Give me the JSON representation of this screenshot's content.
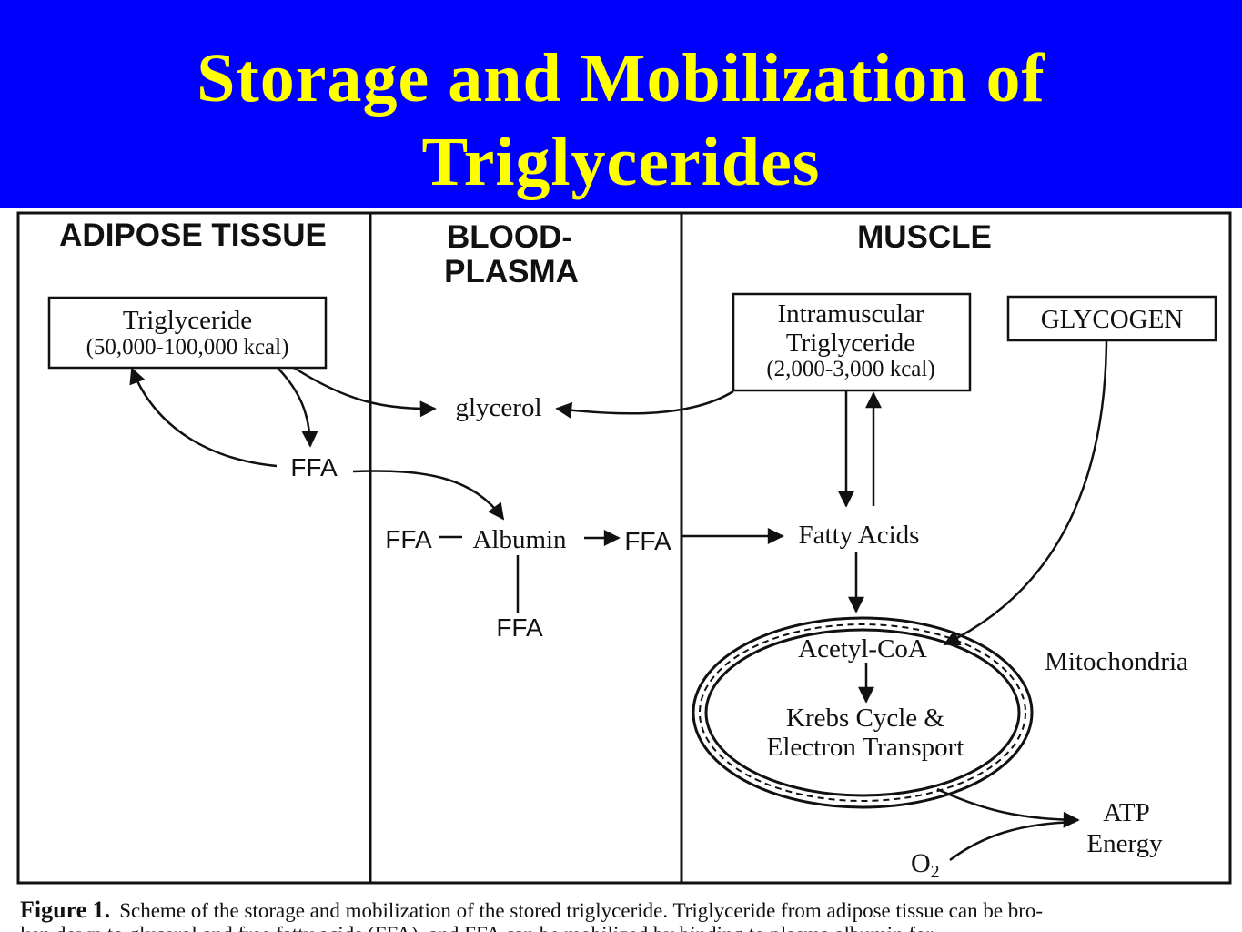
{
  "slide": {
    "title_line1": "Storage and Mobilization of",
    "title_line2": "Triglycerides",
    "colors": {
      "title_background": "#0000ff",
      "title_text": "#ffff00",
      "diagram_ink": "#111111"
    }
  },
  "figure": {
    "columns": {
      "adipose": "ADIPOSE TISSUE",
      "blood_line1": "BLOOD-",
      "blood_line2": "PLASMA",
      "muscle": "MUSCLE"
    },
    "nodes": {
      "triglyceride_name": "Triglyceride",
      "triglyceride_energy": "(50,000-100,000 kcal)",
      "ffa_adipose": "FFA",
      "glycerol": "glycerol",
      "ffa_bound": "FFA",
      "albumin": "Albumin",
      "ffa_free": "FFA",
      "ffa_below": "FFA",
      "imtg_line1": "Intramuscular",
      "imtg_line2": "Triglyceride",
      "imtg_energy": "(2,000-3,000 kcal)",
      "glycogen": "GLYCOGEN",
      "fatty_acids": "Fatty Acids",
      "acetyl_coa": "Acetyl-CoA",
      "krebs_line1": "Krebs Cycle &",
      "krebs_line2": "Electron Transport",
      "mitochondria": "Mitochondria",
      "atp": "ATP",
      "energy": "Energy",
      "oxygen": "O",
      "oxygen_subscript": "2"
    },
    "caption": {
      "label": "Figure 1.",
      "line1": "Scheme of the storage and mobilization of the stored triglyceride.  Triglyceride from adipose tissue can be bro-",
      "line2": "ken down to glycerol and free fatty acids (FFA), and FFA can be mobilized by binding to plasma albumin for"
    }
  }
}
